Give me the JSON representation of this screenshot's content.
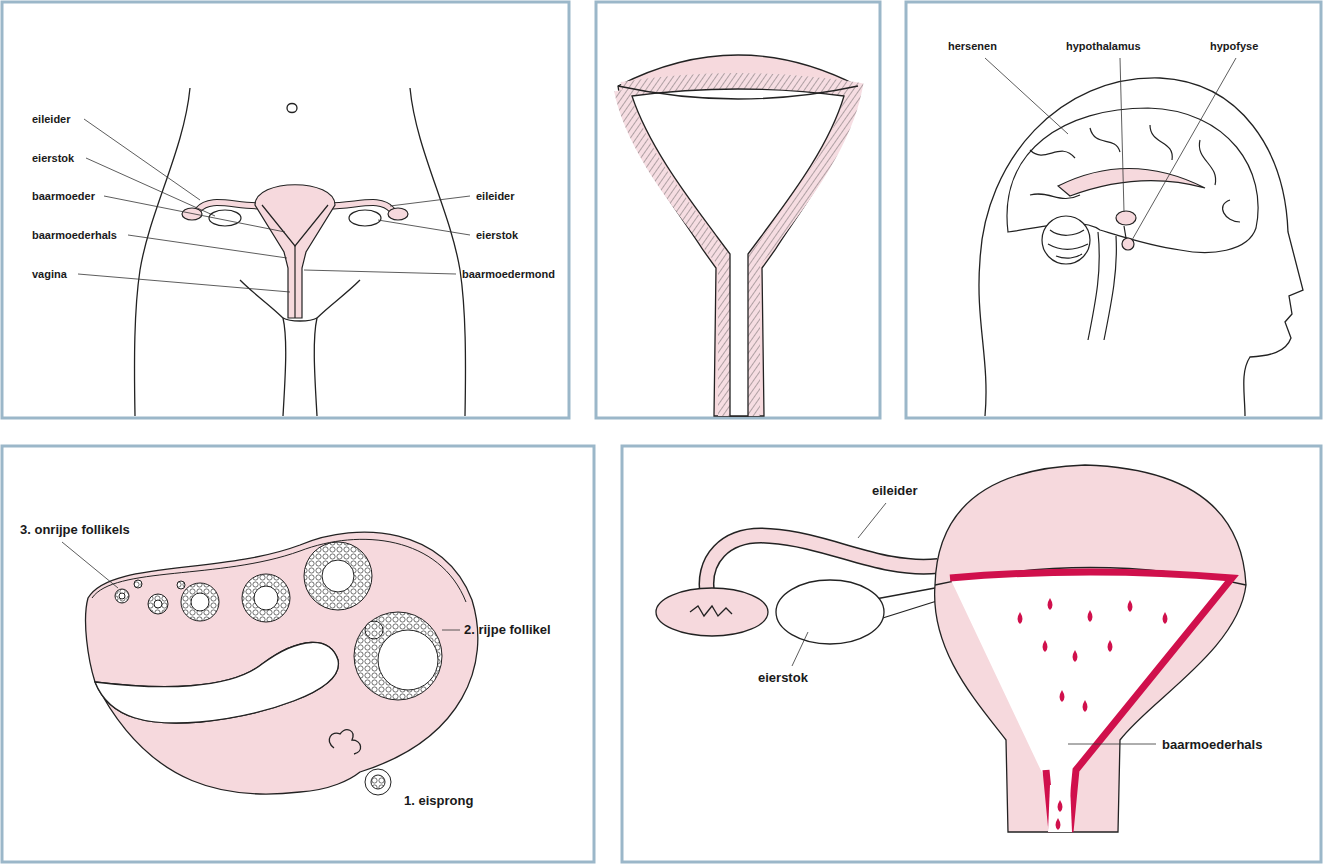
{
  "diagram": {
    "labels": [
      "eileider",
      "eierstok",
      "baarmoeder",
      "baarmoederhals",
      "vagina",
      "eileider",
      "eierstok",
      "baarmoedermond",
      "hersenen",
      "hypothalamus",
      "hypofyse",
      "3. onrijpe follikels",
      "2. rijpe follikel",
      "1. eisprong",
      "eileider",
      "eierstok",
      "baarmoederhals"
    ]
  }
}
